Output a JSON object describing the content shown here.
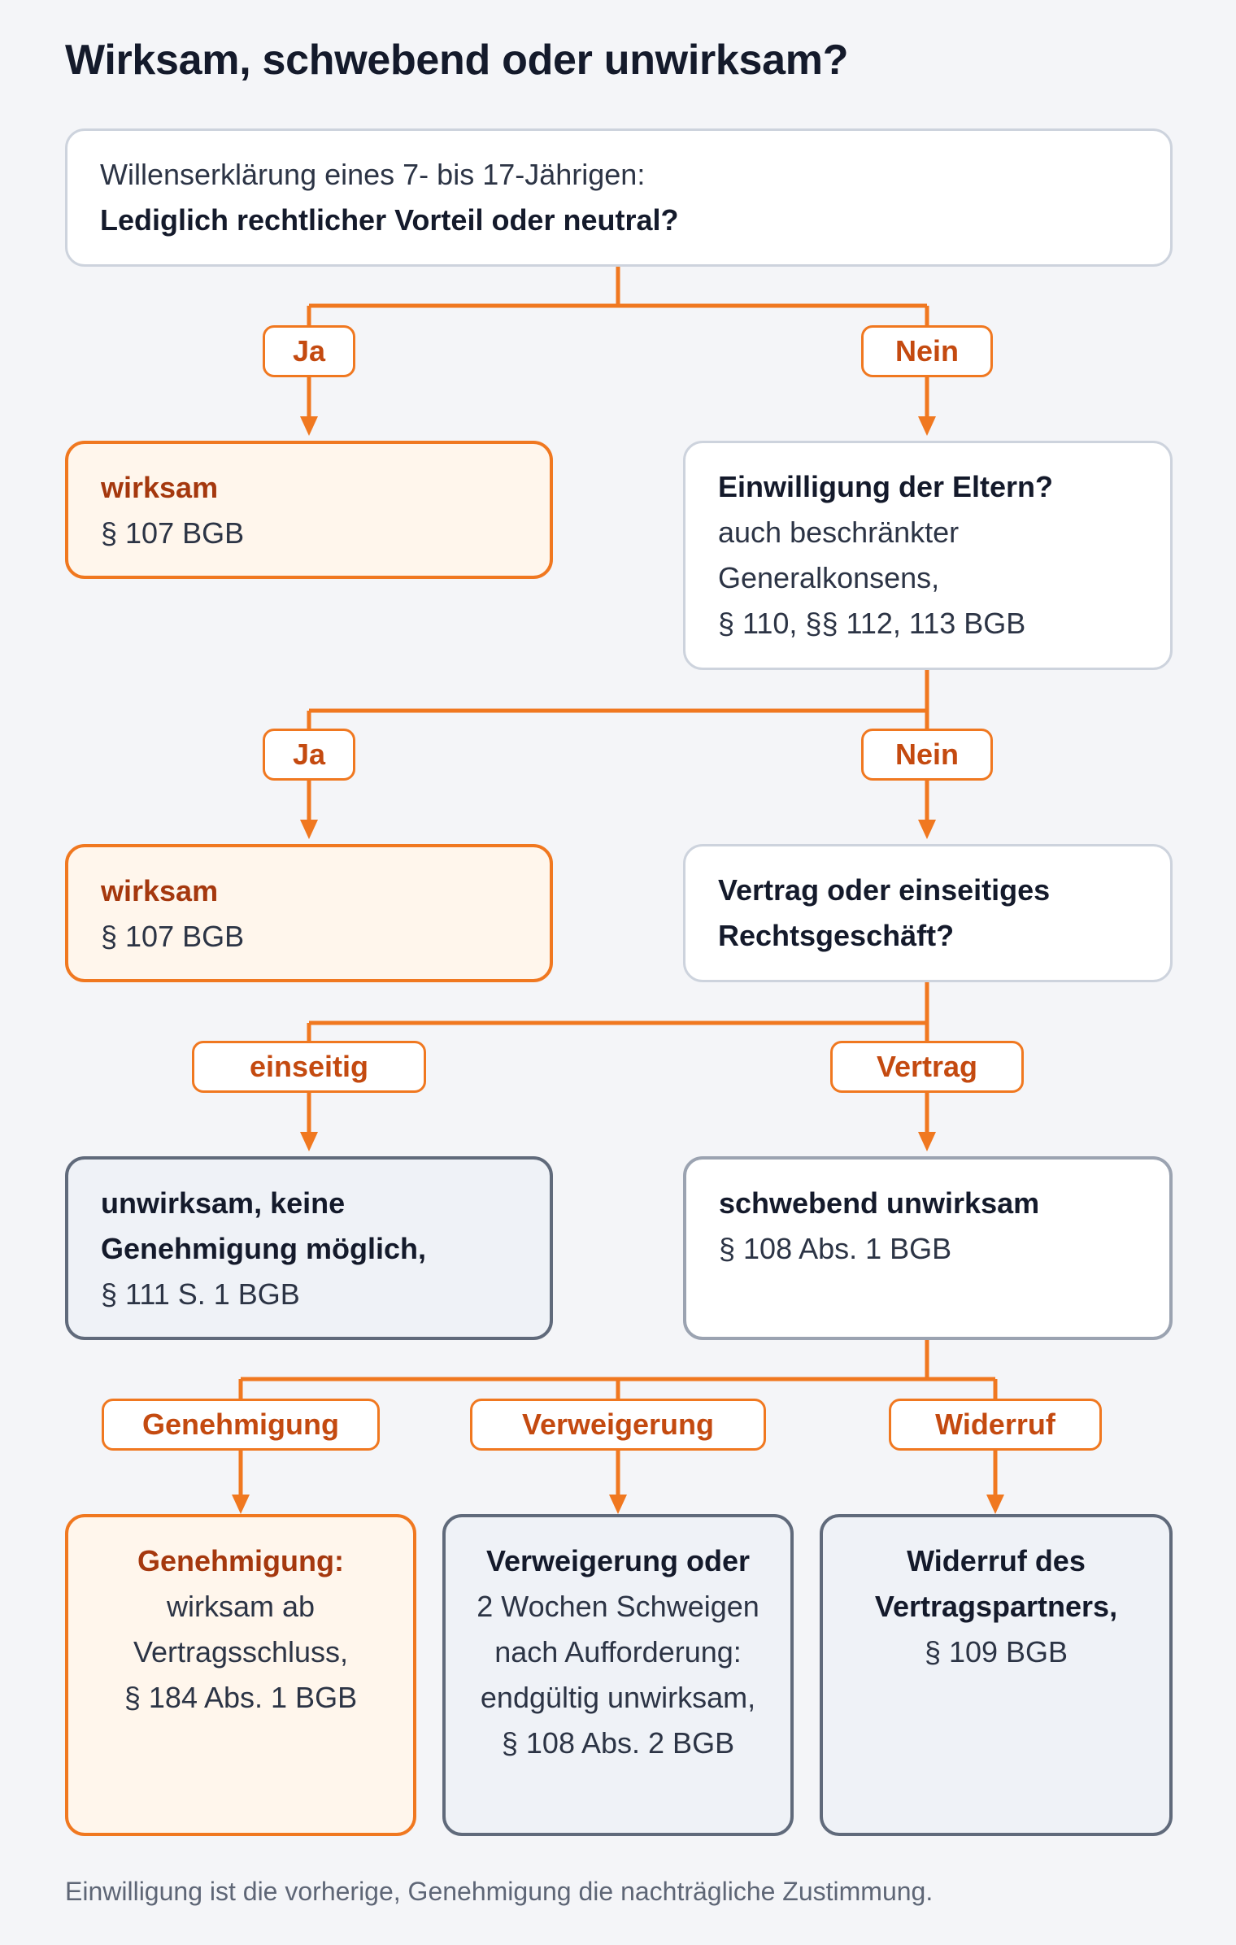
{
  "title": "Wirksam, schwebend oder unwirksam?",
  "start": {
    "line1": "Willenserklärung eines 7- bis 17-Jährigen:",
    "line2": "Lediglich rechtlicher Vorteil oder neutral?"
  },
  "branch1": {
    "yes_label": "Ja",
    "no_label": "Nein"
  },
  "result1": {
    "title": "wirksam",
    "ref": "§ 107 BGB"
  },
  "question2": {
    "title": "Einwilligung der Eltern?",
    "lines": [
      "auch beschränkter",
      "Generalkonsens,",
      "§ 110, §§ 112, 113 BGB"
    ]
  },
  "branch2": {
    "yes_label": "Ja",
    "no_label": "Nein"
  },
  "result2": {
    "title": "wirksam",
    "ref": "§ 107 BGB"
  },
  "question3": {
    "lines": [
      "Vertrag oder einseitiges",
      "Rechtsgeschäft?"
    ]
  },
  "branch3": {
    "left_label": "einseitig",
    "right_label": "Vertrag"
  },
  "result_unilateral": {
    "lines": [
      "unwirksam, keine",
      "Genehmigung möglich,"
    ],
    "ref": "§ 111 S. 1 BGB"
  },
  "result_pending": {
    "title": "schwebend unwirksam",
    "ref": "§ 108 Abs. 1 BGB"
  },
  "branch4": {
    "left_label": "Genehmigung",
    "mid_label": "Verweigerung",
    "right_label": "Widerruf"
  },
  "outcome_approval": {
    "title": "Genehmigung:",
    "lines": [
      "wirksam ab",
      "Vertragsschluss,",
      "§ 184 Abs. 1 BGB"
    ]
  },
  "outcome_refusal": {
    "title": "Verweigerung oder",
    "lines": [
      "2 Wochen Schweigen",
      "nach Aufforderung:",
      "endgültig unwirksam,",
      "§ 108 Abs. 2 BGB"
    ]
  },
  "outcome_revocation": {
    "lines": [
      "Widerruf des",
      "Vertragspartners,"
    ],
    "ref": "§ 109 BGB"
  },
  "footnote": "Einwilligung ist die vorherige, Genehmigung die nachträgliche Zustimmung.",
  "colors": {
    "accent": "#f07820",
    "accent_text": "#a5380e",
    "neutral_border": "#606a7b"
  }
}
